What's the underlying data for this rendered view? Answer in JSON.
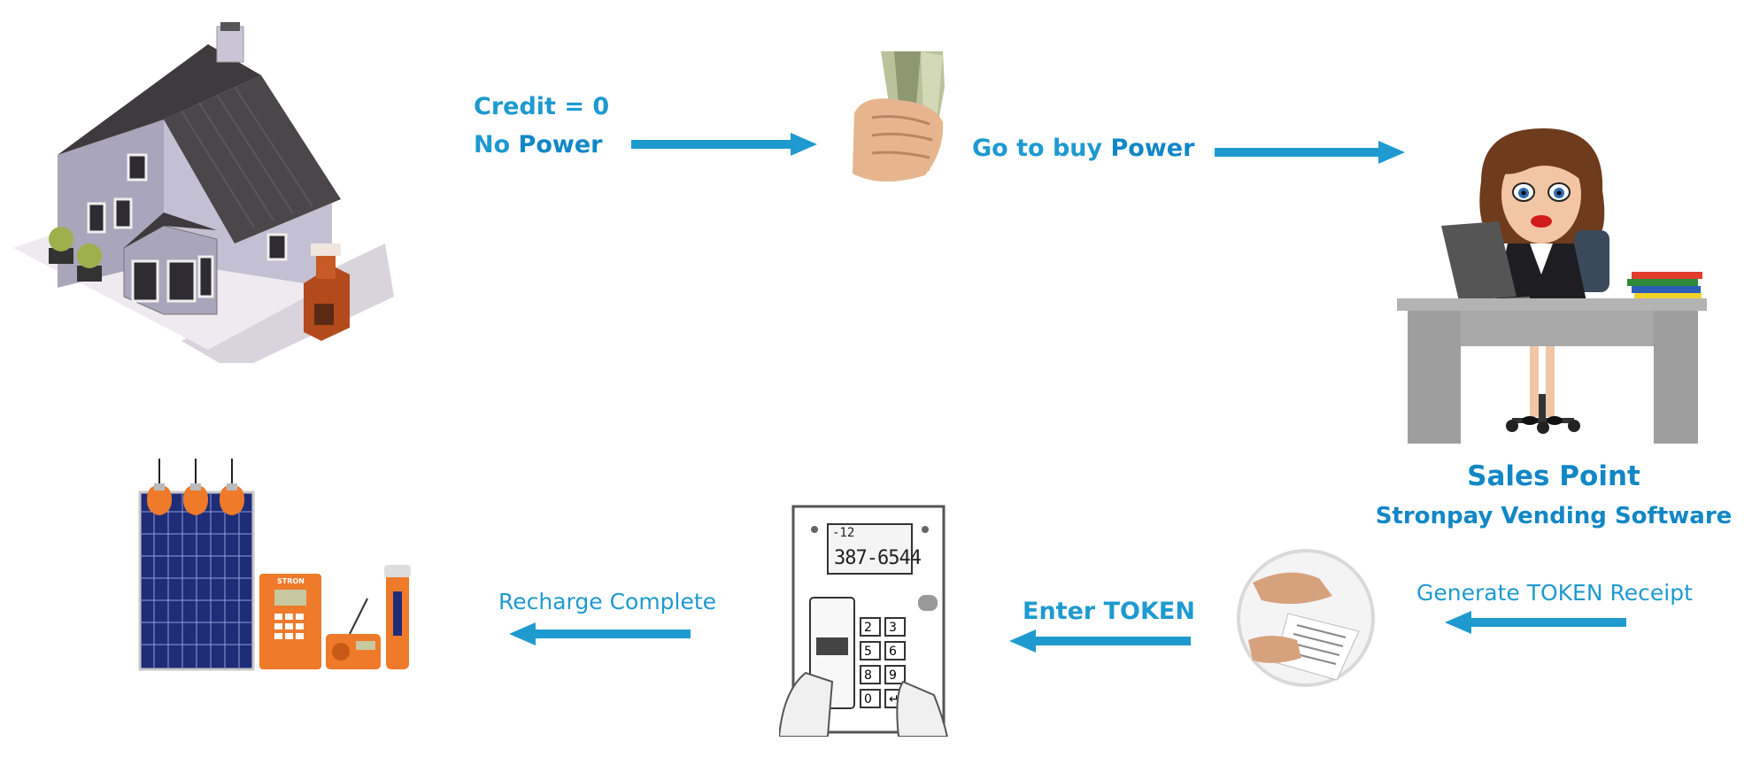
{
  "colors": {
    "accent": "#1e9ad0",
    "accent_strong": "#1187c6",
    "house_roof": "#4b4649",
    "house_wall": "#b9b5c9",
    "solar_orange": "#ee7a2a",
    "panel_blue": "#1f2d78"
  },
  "icons": {
    "house": "house-icon",
    "money": "money-in-hand-icon",
    "sales_agent": "sales-agent-at-desk-icon",
    "token_receipt": "token-receipt-icon",
    "keypad": "prepaid-meter-keypad-icon",
    "solar_kit": "solar-home-kit-icon"
  },
  "step1": {
    "line1": "Credit = 0",
    "line2_prefix": "No ",
    "line2_bold": "Power"
  },
  "step2": {
    "prefix": "Go to buy ",
    "bold": "Power"
  },
  "sales": {
    "title": "Sales Point",
    "subtitle": "Stronpay Vending Software"
  },
  "step3": {
    "label": "Generate TOKEN Receipt"
  },
  "step4": {
    "label": "Enter TOKEN"
  },
  "step5": {
    "label": "Recharge Complete"
  },
  "meter": {
    "display_top": "-12",
    "display_number": "387-6544",
    "keys": [
      "2",
      "3",
      "5",
      "6",
      "8",
      "9",
      "0",
      "↵"
    ]
  },
  "solar_kit": {
    "brand": "STRON"
  }
}
